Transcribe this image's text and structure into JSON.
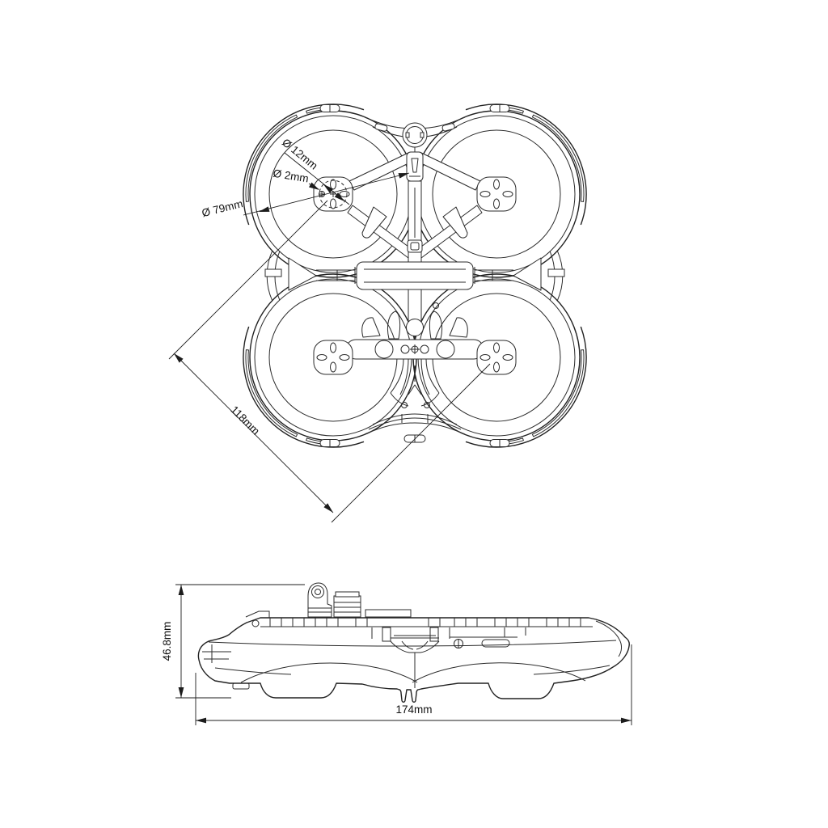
{
  "drawing": {
    "background": "#ffffff",
    "line_color": "#2b2b2b",
    "labels": {
      "motor_mount_circle": "Ø 12mm",
      "screw_hole": "Ø 2mm",
      "duct_diameter": "Ø 79mm",
      "wheelbase_diagonal": "118mm",
      "body_height": "46.8mm",
      "body_length": "174mm"
    }
  }
}
